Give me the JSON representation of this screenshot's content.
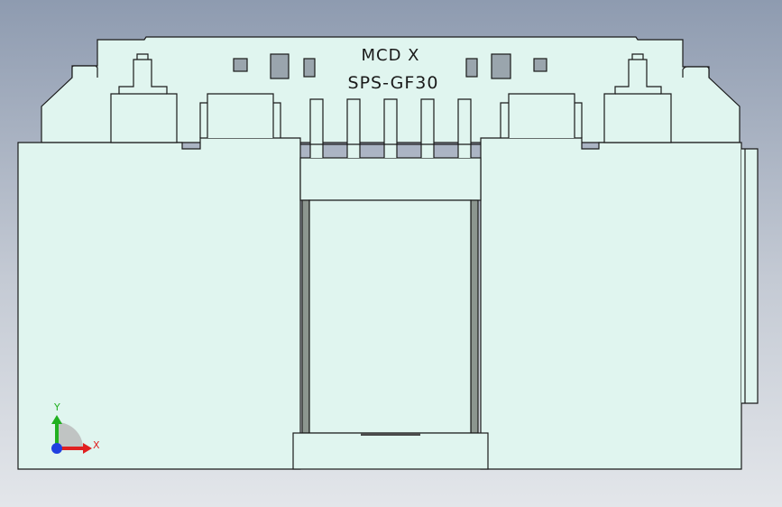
{
  "engraving": {
    "line1": "MCD  X",
    "line2": "SPS-GF30"
  },
  "triad": {
    "y_label": "Y",
    "x_label": "X",
    "x_color": "#e02020",
    "y_color": "#20b020",
    "z_color": "#2040e0"
  },
  "colors": {
    "background_top": "#8e9bb0",
    "background_bottom": "#e3e6ea",
    "part_fill": "#e0f5ef",
    "edge": "#1a1a1a",
    "rail": "#8c968f"
  }
}
